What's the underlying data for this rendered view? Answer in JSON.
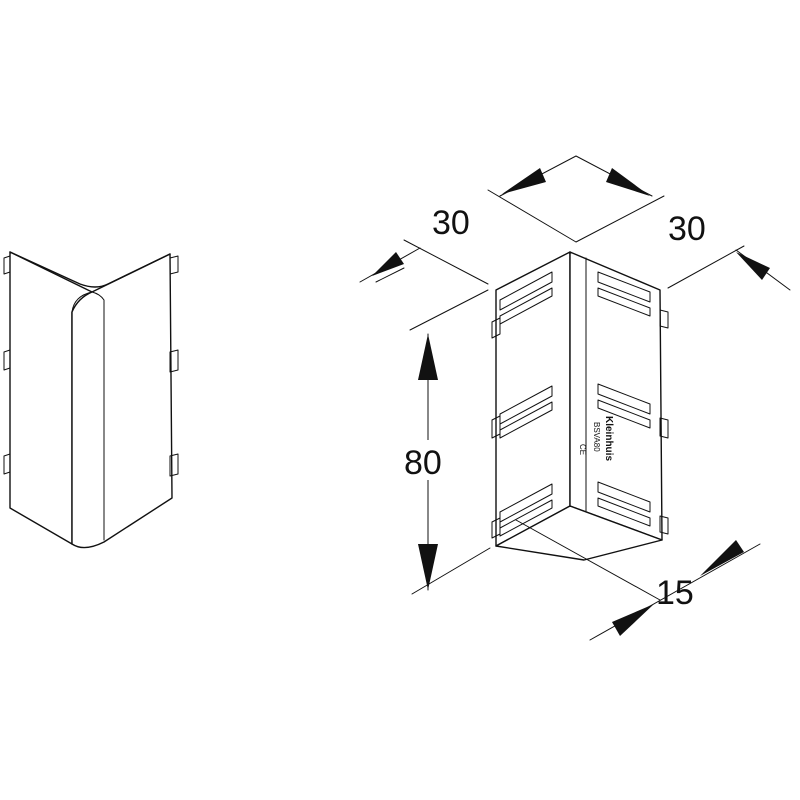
{
  "dimensions": {
    "width_left": "30",
    "width_right": "30",
    "height": "80",
    "depth": "15"
  },
  "product_marking": {
    "brand": "Kleinhuis",
    "model": "BSVA80",
    "ce_mark": "CE"
  }
}
